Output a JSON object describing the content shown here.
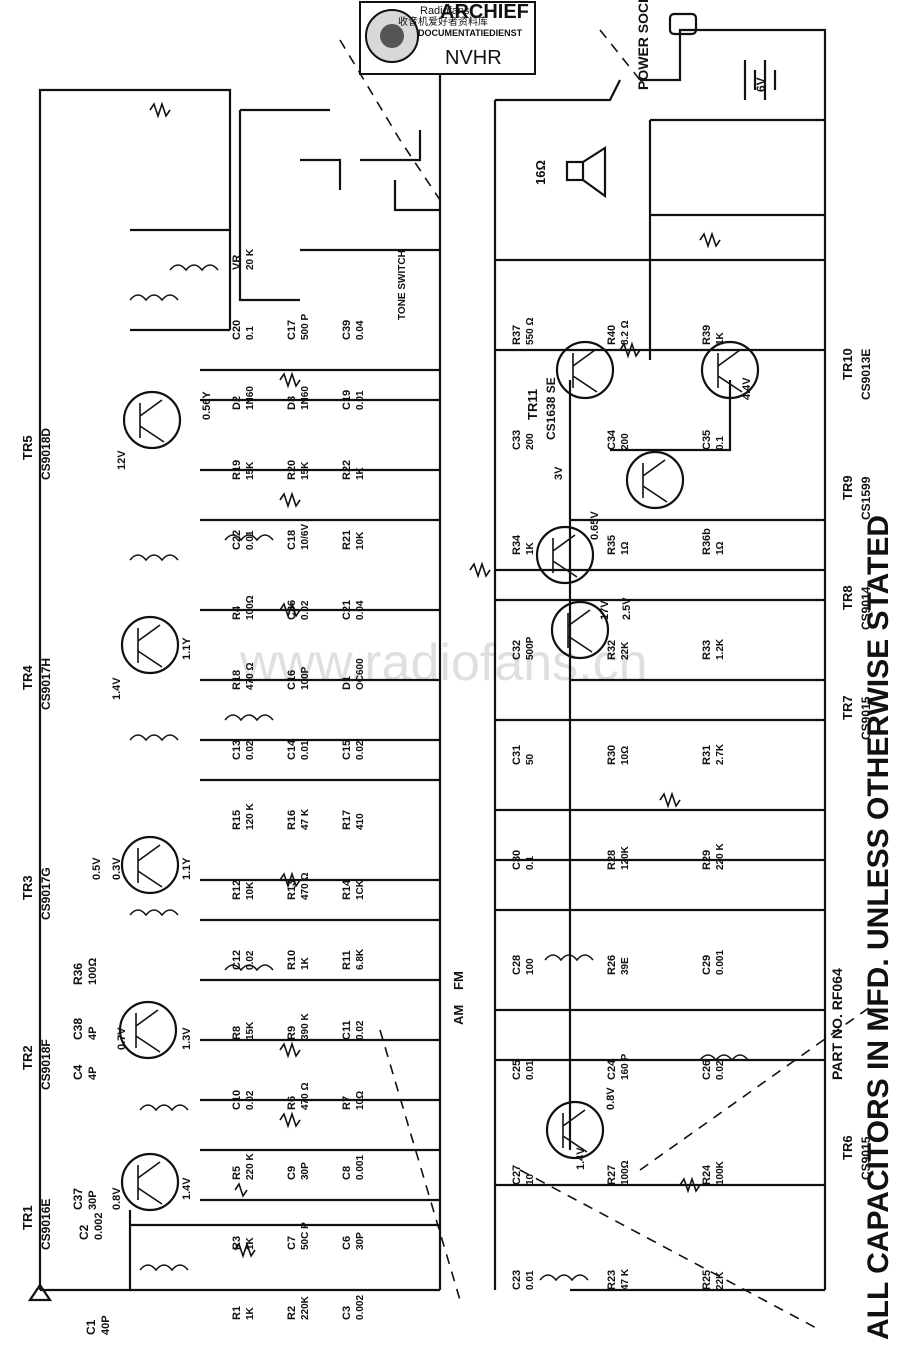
{
  "stamp": {
    "brand_a": "Radiofans",
    "brand_b": "收音机爱好者资料库",
    "line1": "ARCHIEF",
    "line2": "DOCUMENTATIEDIENST",
    "line3": "NVHR"
  },
  "watermark": "www.radiofans.cn",
  "note": "ALL CAPACITORS IN MFD. UNLESS OTHERWISE STATED",
  "part_no": "PART NO. RF064",
  "transistors": [
    {
      "id": "TR1",
      "type": "CS9016E"
    },
    {
      "id": "TR2",
      "type": "CS9018F"
    },
    {
      "id": "TR3",
      "type": "CS9017G"
    },
    {
      "id": "TR4",
      "type": "CS9017H"
    },
    {
      "id": "TR5",
      "type": "CS9018D"
    },
    {
      "id": "TR6",
      "type": "CS9015"
    },
    {
      "id": "TR7",
      "type": "CS9015"
    },
    {
      "id": "TR8",
      "type": "CS9014"
    },
    {
      "id": "TR9",
      "type": "CS1599"
    },
    {
      "id": "TR10",
      "type": "CS9013E"
    },
    {
      "id": "TR11",
      "type": "CS1638",
      "suffix": "SE"
    }
  ],
  "left_col": [
    {
      "ref": "C1",
      "val": "40P"
    },
    {
      "ref": "C2",
      "val": "0.002"
    },
    {
      "ref": "C37",
      "val": "30P"
    },
    {
      "ref": "C4",
      "val": "4P"
    },
    {
      "ref": "C38",
      "val": "4P"
    },
    {
      "ref": "R36",
      "val": "100Ω"
    }
  ],
  "mid_col": [
    {
      "ref": "R1",
      "val": "1K"
    },
    {
      "ref": "R2",
      "val": "220K"
    },
    {
      "ref": "C3",
      "val": "0.002"
    },
    {
      "ref": "R3",
      "val": "1K"
    },
    {
      "ref": "C7",
      "val": "50C P"
    },
    {
      "ref": "C6",
      "val": "30P"
    },
    {
      "ref": "R5",
      "val": "220 K"
    },
    {
      "ref": "C9",
      "val": "30P"
    },
    {
      "ref": "C8",
      "val": "0.001"
    },
    {
      "ref": "C10",
      "val": "0.02"
    },
    {
      "ref": "R6",
      "val": "470 Ω"
    },
    {
      "ref": "R7",
      "val": "10Ω"
    },
    {
      "ref": "R8",
      "val": "15K"
    },
    {
      "ref": "R9",
      "val": "390 K"
    },
    {
      "ref": "C11",
      "val": "0.02"
    },
    {
      "ref": "C12",
      "val": "0.02"
    },
    {
      "ref": "R10",
      "val": "1K"
    },
    {
      "ref": "R11",
      "val": "6.8K"
    },
    {
      "ref": "R12",
      "val": "10K"
    },
    {
      "ref": "R13",
      "val": "470 Ω"
    },
    {
      "ref": "R14",
      "val": "1CK"
    },
    {
      "ref": "R15",
      "val": "120 K"
    },
    {
      "ref": "R16",
      "val": "47 K"
    },
    {
      "ref": "R17",
      "val": "410"
    },
    {
      "ref": "C13",
      "val": "0.02"
    },
    {
      "ref": "C14",
      "val": "0.01"
    },
    {
      "ref": "C15",
      "val": "0.02"
    },
    {
      "ref": "R18",
      "val": "470 Ω"
    },
    {
      "ref": "C16",
      "val": "100P"
    },
    {
      "ref": "D1",
      "val": "OC600"
    },
    {
      "ref": "R4",
      "val": "100Ω"
    },
    {
      "ref": "C36",
      "val": "0.02"
    },
    {
      "ref": "C21",
      "val": "0.04"
    },
    {
      "ref": "C22",
      "val": "0.01"
    },
    {
      "ref": "C18",
      "val": "10/6V"
    },
    {
      "ref": "R21",
      "val": "10K"
    },
    {
      "ref": "R19",
      "val": "15K"
    },
    {
      "ref": "R20",
      "val": "15K"
    },
    {
      "ref": "R22",
      "val": "1K"
    },
    {
      "ref": "D2",
      "val": "1N60"
    },
    {
      "ref": "D3",
      "val": "1N60"
    },
    {
      "ref": "C19",
      "val": "0.01"
    },
    {
      "ref": "C20",
      "val": "0.1"
    },
    {
      "ref": "C17",
      "val": "500 P"
    },
    {
      "ref": "C39",
      "val": "0.04"
    },
    {
      "ref": "VR",
      "val": "20 K"
    }
  ],
  "right_col": [
    {
      "ref": "C23",
      "val": "0.01"
    },
    {
      "ref": "R23",
      "val": "47 K"
    },
    {
      "ref": "R25",
      "val": "22K"
    },
    {
      "ref": "C27",
      "val": "10"
    },
    {
      "ref": "R27",
      "val": "100Ω"
    },
    {
      "ref": "R24",
      "val": "100K"
    },
    {
      "ref": "C25",
      "val": "0.01"
    },
    {
      "ref": "C24",
      "val": "160 P"
    },
    {
      "ref": "C26",
      "val": "0.02"
    },
    {
      "ref": "C28",
      "val": "100"
    },
    {
      "ref": "R26",
      "val": "39E"
    },
    {
      "ref": "C29",
      "val": "0.001"
    },
    {
      "ref": "C30",
      "val": "0.1"
    },
    {
      "ref": "R28",
      "val": "120K"
    },
    {
      "ref": "R29",
      "val": "220 K"
    },
    {
      "ref": "C31",
      "val": "50"
    },
    {
      "ref": "R30",
      "val": "10Ω"
    },
    {
      "ref": "R31",
      "val": "2.7K"
    },
    {
      "ref": "C32",
      "val": "500P"
    },
    {
      "ref": "R32",
      "val": "22K"
    },
    {
      "ref": "R33",
      "val": "1.2K"
    },
    {
      "ref": "R34",
      "val": "1K"
    },
    {
      "ref": "R35",
      "val": "1Ω"
    },
    {
      "ref": "R36b",
      "val": "1Ω"
    },
    {
      "ref": "C33",
      "val": "200"
    },
    {
      "ref": "C34",
      "val": "200"
    },
    {
      "ref": "C35",
      "val": "0.1"
    },
    {
      "ref": "R37",
      "val": "550 Ω"
    },
    {
      "ref": "R40",
      "val": "8.2 Ω"
    },
    {
      "ref": "R39",
      "val": "1K"
    }
  ],
  "voltages": [
    "0.8V",
    "1.4V",
    "0.7V",
    "1.3V",
    "0.5V",
    "0.3V",
    "1.1Y",
    "1.4V",
    "1.1Y",
    "12V",
    "0.56Y",
    "0.8V",
    "1.4V",
    "17V",
    "2.5V",
    "0.65V",
    "3V",
    "4.4V"
  ],
  "misc": {
    "power_socket": "POWER SOCKET",
    "battery": "6V",
    "speaker": "16Ω",
    "tone_switch": "TONE SWITCH",
    "fm": "FM",
    "am": "AM"
  }
}
